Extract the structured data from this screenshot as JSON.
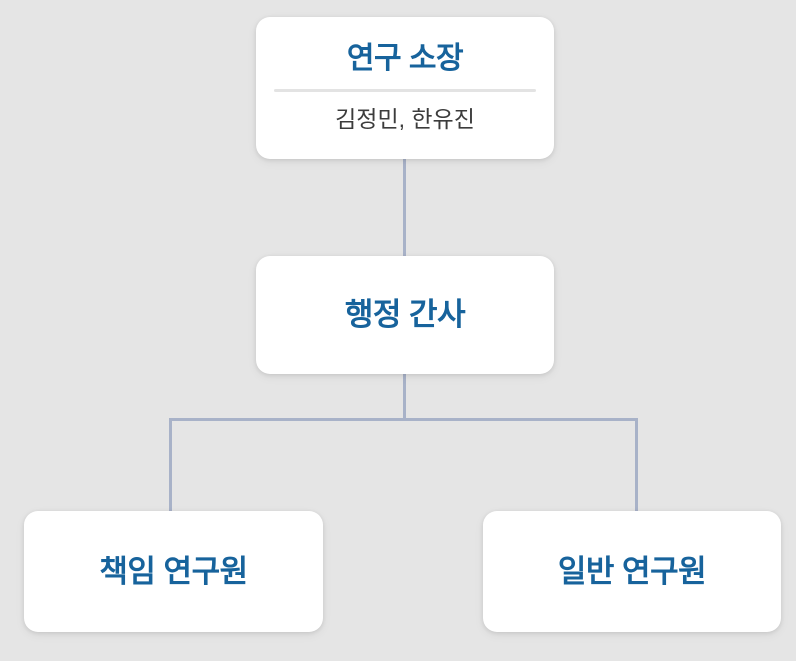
{
  "chart": {
    "type": "organization-chart",
    "background_color": "#e5e5e5",
    "accent_color": "#17639c",
    "connector_color": "#a8b2c8",
    "card_color": "#ffffff",
    "subtitle_color": "#3c3c3c",
    "divider_color": "#e3e3e3"
  },
  "nodes": [
    {
      "id": "director",
      "title": "연구 소장",
      "subtitle": "김정민, 한유진",
      "has_divider": true,
      "level": 1
    },
    {
      "id": "admin_secretary",
      "title": "행정 간사",
      "subtitle": "",
      "has_divider": false,
      "level": 2
    },
    {
      "id": "principal_researcher",
      "title": "책임 연구원",
      "subtitle": "",
      "has_divider": false,
      "level": 3
    },
    {
      "id": "general_researcher",
      "title": "일반 연구원",
      "subtitle": "",
      "has_divider": false,
      "level": 3
    }
  ],
  "edges": [
    {
      "from": "director",
      "to": "admin_secretary"
    },
    {
      "from": "admin_secretary",
      "to": "principal_researcher"
    },
    {
      "from": "admin_secretary",
      "to": "general_researcher"
    }
  ]
}
